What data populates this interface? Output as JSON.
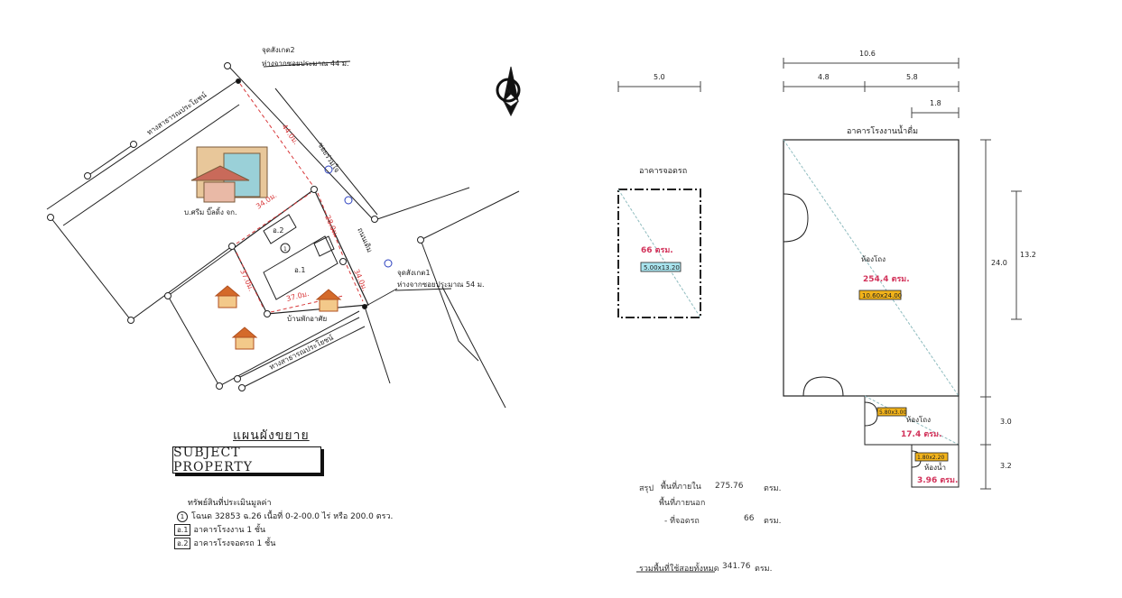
{
  "site_map": {
    "labels": {
      "landmark_top": "จุดสังเกต2",
      "landmark_top_distance": "ห่างจากซอยประมาณ 44 ม.",
      "landmark_right": "จุดสังเกต1",
      "landmark_right_distance": "ห่างจากซอยประมาณ 54 ม.",
      "road_public_top": "ทางสาธารณประโยชน์",
      "road_public_bottom": "ทางสาธารณประโยชน์",
      "soi_name": "ซอยร่วมใจ",
      "road_side": "ถนนเดิม",
      "company_name": "บ.ศรีม บิ๊ลดิ้ง จก.",
      "house_label": "บ้านพักอาศัย",
      "building_1": "อ.1",
      "building_2": "อ.2",
      "parcel_number": "1",
      "north_letter": "N"
    },
    "dimensions": {
      "top_edge": "44.0ม.",
      "left_top": "34.0ม.",
      "right_top": "28.0ม.",
      "right_bottom": "34.0ม.",
      "left_side": "37.0ม.",
      "bottom_edge": "37.0ม."
    }
  },
  "legend": {
    "title": "แผนผังขยาย",
    "subject": "SUBJECT PROPERTY",
    "heading": "ทรัพย์สินที่ประเมินมูลค่า",
    "items": [
      {
        "mark": "1",
        "text": "โฉนด 32853 ฉ.26 เนื้อที่ 0-2-00.0 ไร่ หรือ 200.0 ตรว."
      },
      {
        "mark": "อ.1",
        "text": "อาคารโรงงาน 1 ชั้น"
      },
      {
        "mark": "อ.2",
        "text": "อาคารโรงจอดรถ 1 ชั้น"
      }
    ]
  },
  "floor_plan": {
    "dims": {
      "top_total": "10.6",
      "top_left": "4.8",
      "top_right": "5.8",
      "top_small": "1.8",
      "parking_width": "5.0",
      "right_total": "24.0",
      "right_inner": "13.2",
      "right_lower1": "3.0",
      "right_lower2": "3.2"
    },
    "parking": {
      "title": "อาคารจอดรถ",
      "area": "66 ตรม.",
      "tag": "5.00x13.20"
    },
    "main": {
      "title": "อาคารโรงงานน้ำดื่ม",
      "room": "ห้องโถง",
      "area": "254.4 ตรม.",
      "tag": "10.60x24.00"
    },
    "annex1": {
      "room": "ห้องโถง",
      "area": "17.4 ตรม.",
      "tag": "5.80x3.00"
    },
    "annex2": {
      "room": "ห้องน้ำ",
      "area": "3.96 ตรม.",
      "tag": "1.80x2.20"
    }
  },
  "summary": {
    "label": "สรุป",
    "rows": [
      {
        "name": "พื้นที่ภายใน",
        "value": "275.76",
        "unit": "ตรม."
      },
      {
        "name": "พื้นที่ภายนอก",
        "value": "",
        "unit": ""
      },
      {
        "name": "- ที่จอดรถ",
        "value": "66",
        "unit": "ตรม."
      }
    ],
    "total_label": "รวมพื้นที่ใช้สอยทั้งหมด",
    "total_value": "341.76",
    "total_unit": "ตรม."
  },
  "colors": {
    "dimension_red": "#d8383a",
    "tag_yellow": "#f2b31a",
    "tag_cyan": "#a9e4ee",
    "area_pink": "#d2325a",
    "water_blue": "#2a3fbf"
  }
}
